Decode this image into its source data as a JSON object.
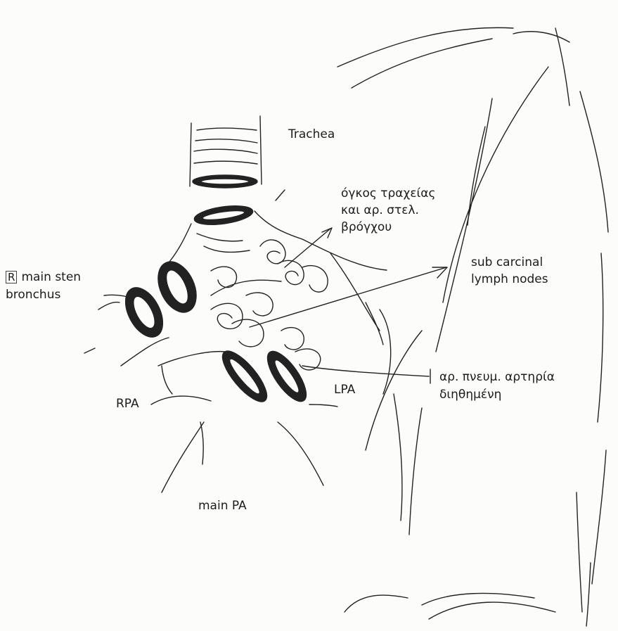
{
  "labels": {
    "trachea": "Trachea",
    "tumor_line1": "όγκος τραχείας",
    "tumor_line2": "και αρ. στελ.",
    "tumor_line3": "βρόγχου",
    "subcarinal_line1": "sub carcinal",
    "subcarinal_line2": "lymph nodes",
    "r_marker": "R",
    "bronchus_line1": "main sten",
    "bronchus_line2": "bronchus",
    "rpa": "RPA",
    "lpa": "LPA",
    "left_pa_line1": "αρ. πνευμ. αρτηρία",
    "left_pa_line2": "διηθημένη",
    "main_pa": "main PA"
  }
}
